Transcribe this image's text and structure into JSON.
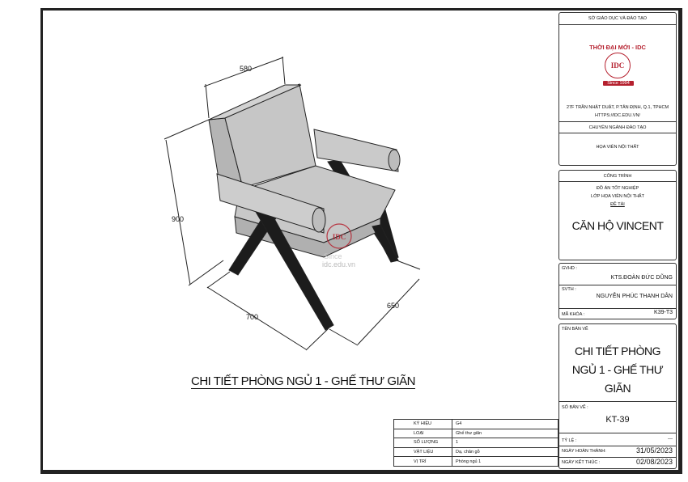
{
  "drawing": {
    "dimensions": {
      "width": "580",
      "height": "900",
      "depth": "700",
      "side": "650"
    },
    "watermark": {
      "logo": "IDC",
      "text": "idc.edu.vn",
      "since": "Since"
    },
    "caption": "CHI TIẾT PHÒNG NGỦ 1 - GHẾ THƯ GIÃN"
  },
  "spec_table": [
    {
      "label": "KÝ HIỆU",
      "value": "G4"
    },
    {
      "label": "LOẠI",
      "value": "Ghế thư giãn"
    },
    {
      "label": "SỐ LƯỢNG",
      "value": "1"
    },
    {
      "label": "VẬT LIỆU",
      "value": "Dạ, chân gỗ"
    },
    {
      "label": "VỊ TRÍ",
      "value": "Phòng ngủ 1"
    }
  ],
  "title_block": {
    "department": "SỞ GIÁO DỤC VÀ ĐÀO TẠO",
    "school": "THỜI ĐẠI MỚI - IDC",
    "logo_text": "IDC",
    "since": "Since 1994",
    "address": "27F TRẦN NHẬT DUẬT, P.TÂN ĐỊNH, Q.1, TPHCM",
    "website": "HTTPS://IDC.EDU.VN/",
    "major_label": "CHUYÊN NGÀNH ĐÀO TẠO",
    "major": "HỌA VIÊN NỘI THẤT",
    "project_label": "CÔNG TRÌNH",
    "project_type": "ĐỒ ÁN TỐT NGHIỆP",
    "class": "LỚP HỌA VIÊN NỘI THẤT",
    "topic_label": "ĐỀ TÀI",
    "project_name": "CĂN HỘ VINCENT",
    "advisor_label": "GVHD :",
    "advisor": "KTS.ĐOÀN ĐỨC DŨNG",
    "student_label": "SVTH :",
    "student": "NGUYỄN PHÚC THANH DÂN",
    "course_label": "MÃ KHÓA :",
    "course": "K39-T3",
    "sheet_name_label": "TÊN BẢN VẼ",
    "sheet_name": "CHI TIẾT PHÒNG NGỦ 1 - GHẾ THƯ GIÃN",
    "sheet_no_label": "SỐ BẢN VẼ :",
    "sheet_no": "KT-39",
    "scale_label": "TỶ LỆ :",
    "scale": "---",
    "completed_label": "NGÀY HOÀN THÀNH:",
    "completed": "31/05/2023",
    "end_label": "NGÀY KẾT THÚC :",
    "end": "02/08/2023"
  },
  "colors": {
    "brand": "#b5202e",
    "chair_fabric": "#c9c9c9",
    "legs": "#1c1c1c"
  }
}
